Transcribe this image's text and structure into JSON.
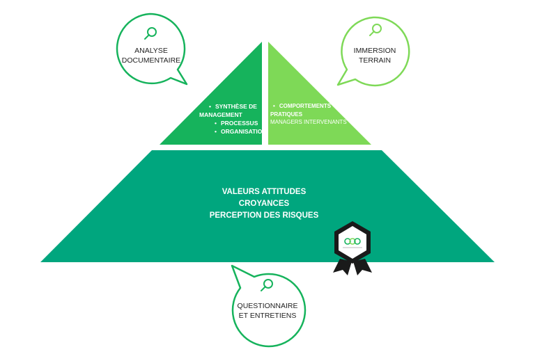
{
  "colors": {
    "dark_green": "#16b35c",
    "light_green": "#7ed957",
    "base_green": "#00a67e",
    "bubble_dark": "#16b35c",
    "bubble_light": "#7ed957",
    "badge": "#1a1a1a"
  },
  "bubbles": {
    "top_left": {
      "line1": "ANALYSE",
      "line2": "DOCUMENTAIRE",
      "icon": "magnifier-icon"
    },
    "top_right": {
      "line1": "IMMERSION",
      "line2": "TERRAIN",
      "icon": "magnifier-icon"
    },
    "bottom": {
      "line1": "QUESTIONNAIRE",
      "line2": "ET ENTRETIENS",
      "icon": "magnifier-icon"
    }
  },
  "left_triangle": {
    "items": [
      "SYNTHÈSE DE",
      "MANAGEMENT",
      "PROCESSUS",
      "ORGANISATION"
    ]
  },
  "right_triangle": {
    "items": [
      "COMPORTEMENTS",
      "PRATIQUES",
      "MANAGERS INTERVENANTS"
    ]
  },
  "base": {
    "line1": "VALEURS ATTITUDES",
    "line2": "CROYANCES",
    "line3": "PERCEPTION DES RISQUES"
  },
  "badge": {
    "icon": "certification-badge-icon"
  }
}
